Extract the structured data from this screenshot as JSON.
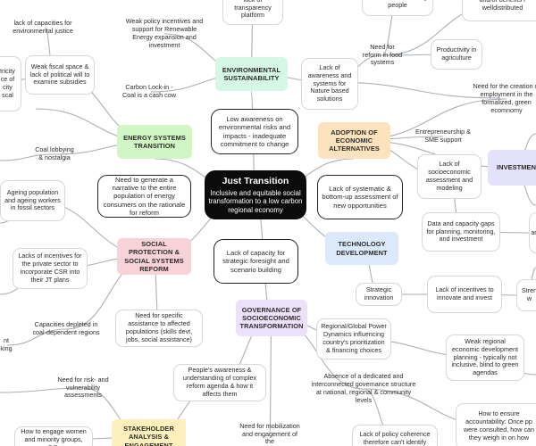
{
  "palette": {
    "environmental": "#d5f7e5",
    "energy": "#d2f5c5",
    "economic": "#fde3bd",
    "social": "#f7d2d8",
    "technology": "#dbe9fb",
    "governance": "#ece0fa",
    "stakeholder": "#fdf0bc",
    "investment": "#e4e1fa",
    "link": "#aab0b6"
  },
  "central": {
    "title": "Just Transition",
    "subtitle": "Inclusive and equitable social transformation to a low carbon regional economy"
  },
  "categories": {
    "environmental": "ENVIRONMENTAL SUSTAINABILITY",
    "energy": "ENERGY SYSTEMS TRANSITION",
    "economic": "ADOPTION OF ECONOMIC ALTERNATIVES",
    "social": "SOCIAL PROTECTION & SOCIAL SYSTEMS REFORM",
    "technology": "TECHNOLOGY DEVELOPMENT",
    "governance": "GOVERNANCE OF SOCIOECONOMIC TRANSFORMATION",
    "stakeholder": "STAKEHOLDER ANALYSIS & ENGAGEMENT",
    "investment": "INVESTMENT"
  },
  "barriers": {
    "awareness": "Low awareness on environmental risks and impacts - inadequate commitment to change",
    "narrative": "Need to generate a narrative to the entire population of energy consumers on the rationale for reform",
    "systematic": "Lack of systematic & bottom-up assessment of new opportunities",
    "capacity": "Lack of capacity for strategic foresight and scenario building"
  },
  "issues": {
    "transparency": "lack of transparency platform",
    "weak_policy": "Weak policy incentives and support for Renewable Energy expansion and investment",
    "lack_capacities": "lack of capacities for environmental justice",
    "fiscal": "Weak fiscal space & lack of political will to examine subsidies",
    "electricity": "tricity ce of city scal",
    "carbon_lockin": "Carbon Lock-in - Coal is a cash cow",
    "other_illnesses": "other illnesses killing people",
    "benefits": "and/or benefits r welldistributed",
    "food_reform": "Need for reform in food systems",
    "productivity": "Productivity in agriculture",
    "nature_based": "Lack of awareness and systems for Nature based solutions",
    "employment": "Need for the creation of employment in the formalized, green ecomnomy",
    "entrepreneurship": "Entrepreneurship & SME support",
    "socioeconomic_assessment": "Lack of socioeconomic assessment and modeling",
    "coal_lobbying": "Coal lobbying & nostalgia",
    "ageing": "Ageing population and ageing workers in fossil sectors",
    "data_gaps": "Data and capacity gaps for planning, monitoring, and investment",
    "csr": "Lacks of incentives for the private sector to incorporate CSR into their JT plans",
    "strategic_innovation": "Strategic innovation",
    "innovate_invest": "Lack of incentives to innovate and invest",
    "stren": "Stren w",
    "depleted": "Capacities depleted in coal-dependent regions",
    "specific_assistance": "Need for specific assistance to affected populations (skills devt, jobs, social assistance)",
    "regional_power": "Regional/Global Power Dynamics influencing country's prioritization & financing choices",
    "weak_regional": "Weak regional economic development planning - typically not inclusive, blind to green agendas",
    "nt_king": "nt king",
    "risk_vulnerability": "Need for risk- and vulnerability assessments",
    "peoples_awareness": "People's awareness & understanding of complex reform agenda & how it affects them",
    "governance_structure": "Absence of a dedicated  and interconnected governance structure at national, regional & community levels",
    "accountability": "How to ensure accountability: Once pp were consulted, how can they weigh in on how",
    "women_minority": "How to engage women and minority groups, e.g.",
    "mobilization": "Need for mobilization and engagement of the",
    "policy_coherence": "Lack of policy coherence therefore can't identify",
    "trade_fragment": "arn"
  }
}
